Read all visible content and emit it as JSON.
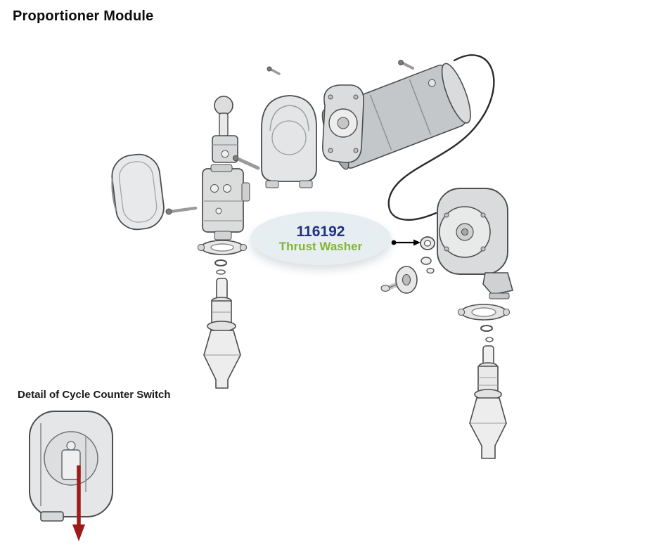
{
  "page": {
    "title": "Proportioner Module"
  },
  "callout": {
    "part_number": "116192",
    "part_name": "Thrust Washer",
    "bubble_color": "#e6eef1",
    "part_number_color": "#21317f",
    "part_name_color": "#82b531",
    "pointer_color": "#000000"
  },
  "detail_view": {
    "label": "Detail of Cycle Counter Switch",
    "arrow_color": "#9e1b1b"
  }
}
